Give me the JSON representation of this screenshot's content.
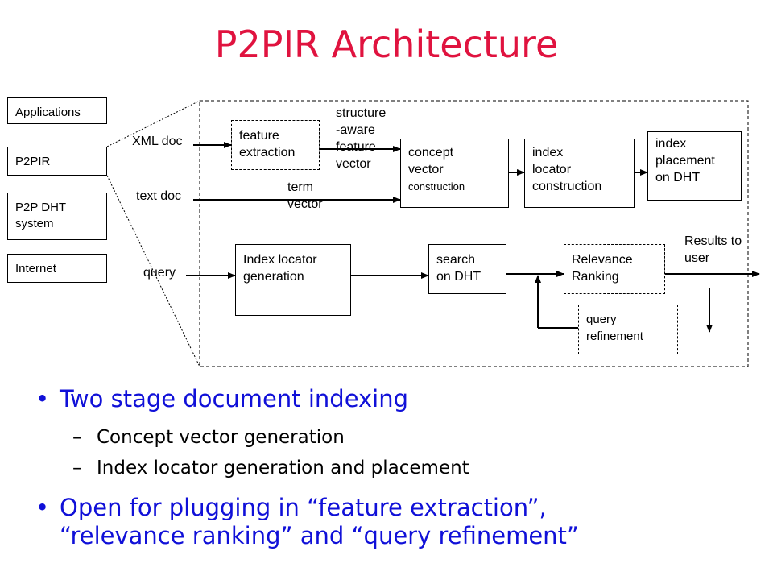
{
  "title": "P2PIR Architecture",
  "layers": [
    "Applications",
    "P2PIR",
    "P2P DHT system",
    "Internet"
  ],
  "inputs": {
    "xml_doc": "XML doc",
    "text_doc": "text doc",
    "query": "query"
  },
  "boxes": {
    "feature_extraction": [
      "feature",
      "extraction"
    ],
    "concept_vector": [
      "concept",
      "vector",
      "construction"
    ],
    "index_locator_construction": [
      "index",
      "locator",
      "construction"
    ],
    "index_placement": [
      "index",
      "placement",
      "on DHT"
    ],
    "index_locator_generation": [
      "Index locator",
      "generation"
    ],
    "search_dht": [
      "search",
      "on DHT"
    ],
    "relevance_ranking": [
      "Relevance",
      "Ranking"
    ],
    "query_refinement": [
      "query",
      "refinement"
    ]
  },
  "edge_labels": {
    "structure_aware": [
      "structure",
      "-aware",
      "feature",
      "vector"
    ],
    "term_vector": [
      "term",
      "vector"
    ],
    "results": [
      "Results to",
      "user"
    ]
  },
  "bullets": {
    "b1": "Two stage document indexing",
    "b1_sub1": "Concept vector generation",
    "b1_sub2": "Index locator generation and placement",
    "b2_line1": "Open for plugging in “feature extraction”,",
    "b2_line2": "“relevance ranking”  and “query refinement”",
    "bullet_char": "•",
    "dash_char": "–"
  },
  "colors": {
    "title": "#e0133f",
    "bullet": "#1010d8"
  }
}
